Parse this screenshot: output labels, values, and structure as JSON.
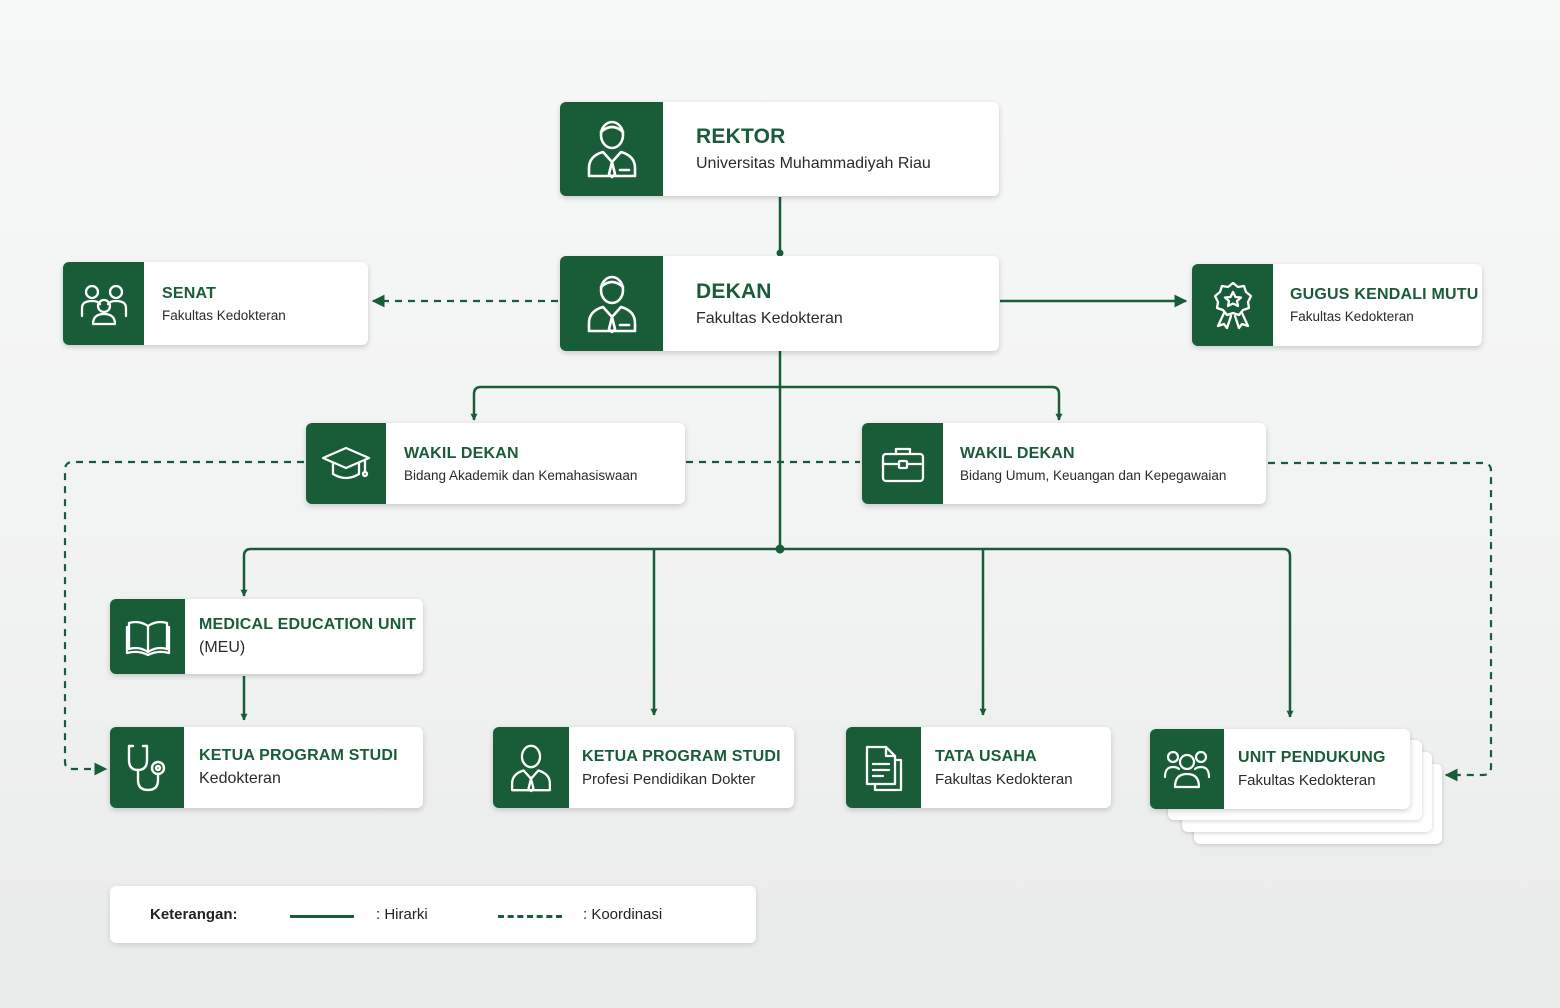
{
  "colors": {
    "primary": "#195c38",
    "card": "#ffffff",
    "text": "#2b2b2b"
  },
  "nodes": {
    "rektor": {
      "title": "REKTOR",
      "subtitle": "Universitas Muhammadiyah Riau",
      "icon": "person-tie-icon"
    },
    "dekan": {
      "title": "DEKAN",
      "subtitle": "Fakultas Kedokteran",
      "icon": "person-tie-icon"
    },
    "senat": {
      "title": "SENAT",
      "subtitle": "Fakultas Kedokteran",
      "icon": "group-icon"
    },
    "gugus": {
      "title": "GUGUS KENDALI MUTU",
      "subtitle": "Fakultas Kedokteran",
      "icon": "award-badge-icon"
    },
    "wd1": {
      "title": "WAKIL DEKAN",
      "subtitle": "Bidang Akademik dan Kemahasiswaan",
      "icon": "graduation-cap-icon"
    },
    "wd2": {
      "title": "WAKIL DEKAN",
      "subtitle": "Bidang Umum, Keuangan dan Kepegawaian",
      "icon": "briefcase-icon"
    },
    "meu": {
      "title": "MEDICAL EDUCATION UNIT",
      "subtitle": "(MEU)",
      "icon": "book-icon"
    },
    "kps1": {
      "title": "KETUA PROGRAM STUDI",
      "subtitle": "Kedokteran",
      "icon": "stethoscope-icon"
    },
    "kps2": {
      "title": "KETUA PROGRAM STUDI",
      "subtitle": "Profesi Pendidikan Dokter",
      "icon": "person-tie-icon"
    },
    "tu": {
      "title": "TATA USAHA",
      "subtitle": "Fakultas Kedokteran",
      "icon": "document-icon"
    },
    "unit": {
      "title": "UNIT PENDUKUNG",
      "subtitle": "Fakultas Kedokteran",
      "icon": "team-icon"
    }
  },
  "legend": {
    "title": "Keterangan:",
    "solid_label": ": Hirarki",
    "dashed_label": ": Koordinasi"
  },
  "connections": [
    {
      "from": "rektor",
      "to": "dekan",
      "type": "hierarchy"
    },
    {
      "from": "dekan",
      "to": "senat",
      "type": "coordination"
    },
    {
      "from": "dekan",
      "to": "gugus",
      "type": "hierarchy"
    },
    {
      "from": "dekan",
      "to": "wd1",
      "type": "hierarchy"
    },
    {
      "from": "dekan",
      "to": "wd2",
      "type": "hierarchy"
    },
    {
      "from": "dekan",
      "to": "meu",
      "type": "hierarchy"
    },
    {
      "from": "dekan",
      "to": "kps2",
      "type": "hierarchy"
    },
    {
      "from": "dekan",
      "to": "tu",
      "type": "hierarchy"
    },
    {
      "from": "dekan",
      "to": "unit",
      "type": "hierarchy"
    },
    {
      "from": "meu",
      "to": "kps1",
      "type": "hierarchy"
    },
    {
      "from": "wd1",
      "to": "wd2",
      "type": "coordination"
    },
    {
      "from": "wd1",
      "to": "kps1",
      "type": "coordination"
    },
    {
      "from": "wd2",
      "to": "unit",
      "type": "coordination"
    }
  ]
}
